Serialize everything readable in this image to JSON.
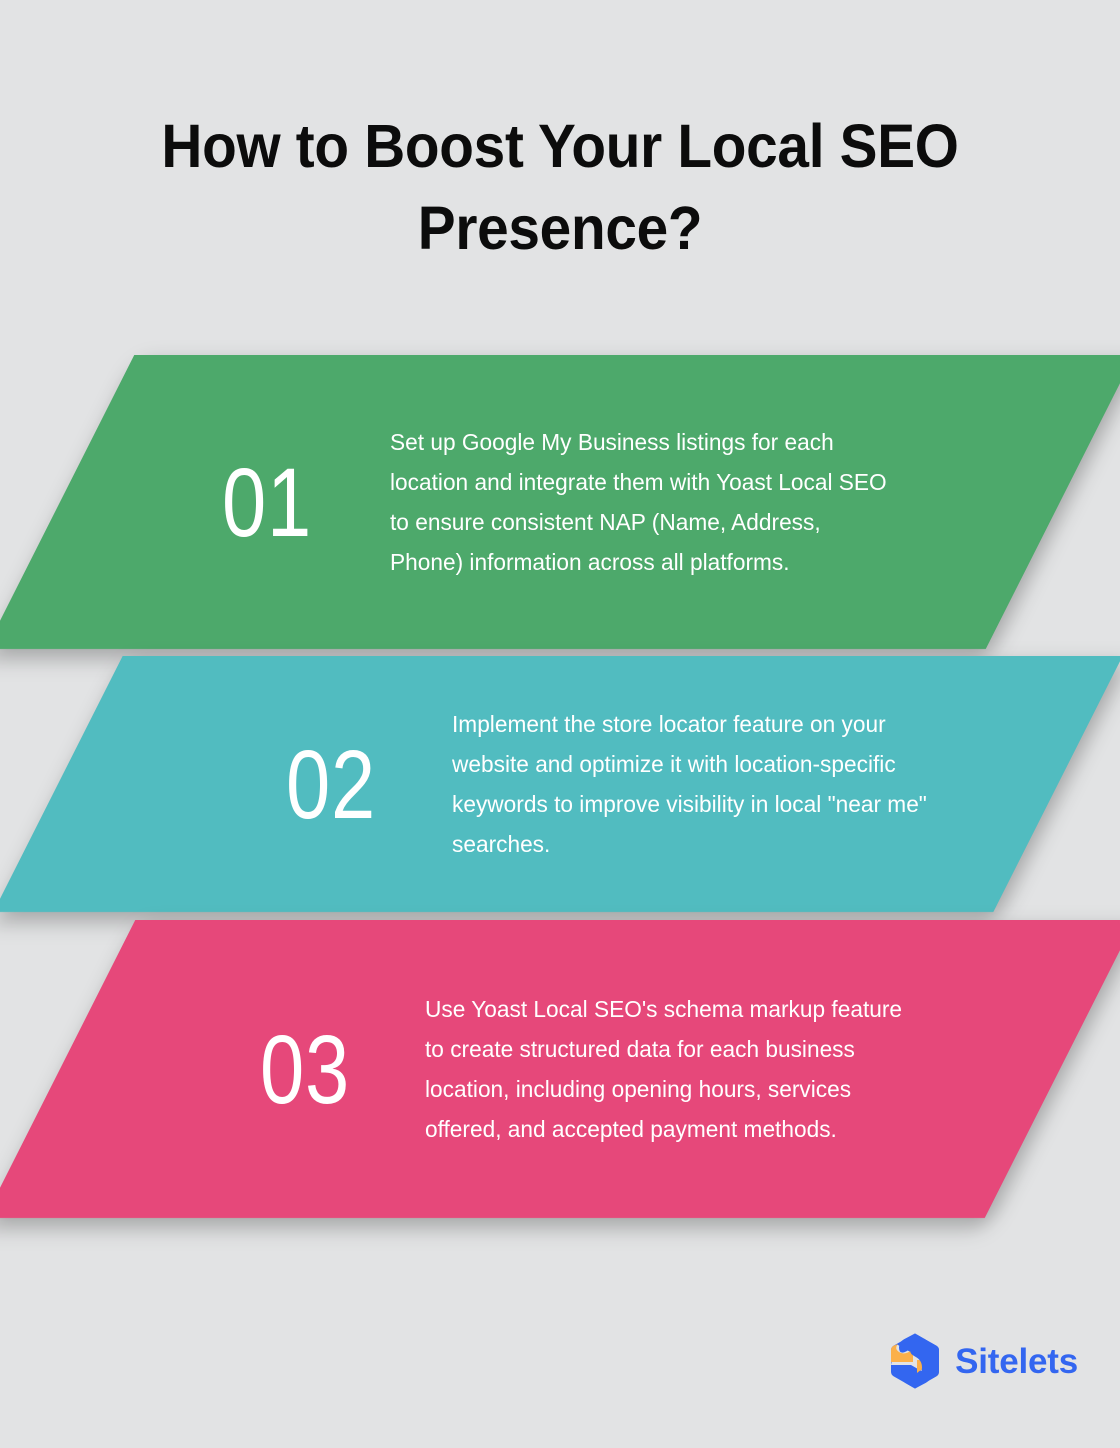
{
  "page": {
    "background_color": "#e2e3e4",
    "title": "How to Boost Your Local SEO Presence?"
  },
  "steps": [
    {
      "number": "01",
      "color": "#4da96b",
      "text": "Set up Google My Business listings for each location and integrate them with Yoast Local SEO to ensure consistent NAP (Name, Address, Phone) information across all platforms."
    },
    {
      "number": "02",
      "color": "#51bcc0",
      "text": "Implement the store locator feature on your website and optimize it with location-specific keywords to improve visibility in local \"near me\" searches."
    },
    {
      "number": "03",
      "color": "#e6487a",
      "text": "Use Yoast Local SEO's schema markup feature to create structured data for each business location, including opening hours, services offered, and accepted payment methods."
    }
  ],
  "footer": {
    "logo_icon": "sitelets-hexagon-s-logo-icon",
    "brand_name": "Sitelets",
    "brand_color": "#3366f0",
    "accent_color": "#fbb04a"
  }
}
